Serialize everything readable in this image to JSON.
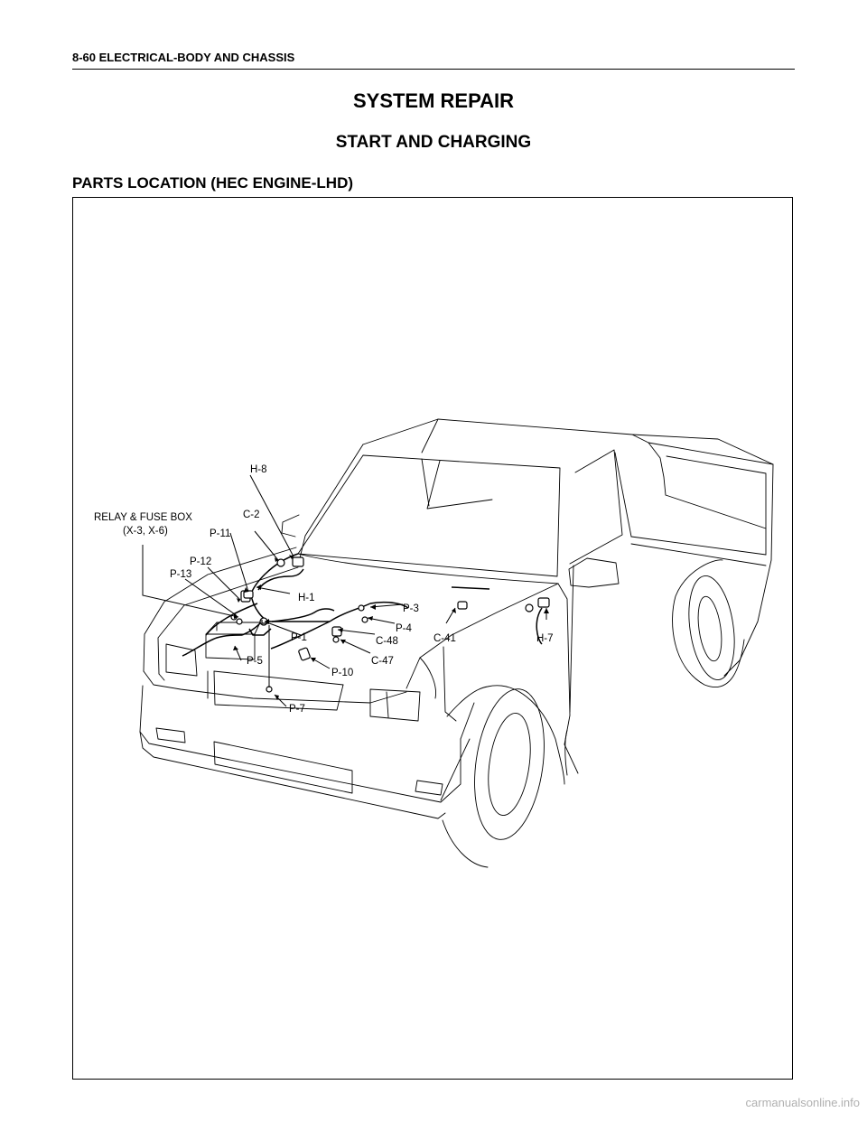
{
  "header": {
    "page_ref": "8-60  ELECTRICAL-BODY AND CHASSIS"
  },
  "title": "SYSTEM REPAIR",
  "subtitle": "START AND CHARGING",
  "section_heading": "PARTS LOCATION (HEC  ENGINE-LHD)",
  "diagram": {
    "relay_box_label": "RELAY & FUSE BOX",
    "relay_box_codes": "(X-3, X-6)",
    "labels": {
      "h8": "H-8",
      "c2": "C-2",
      "p11": "P-11",
      "p12": "P-12",
      "p13": "P-13",
      "h1": "H-1",
      "p3": "P-3",
      "p4": "P-4",
      "p1": "P-1",
      "c48": "C-48",
      "c47": "C-47",
      "c41": "C-41",
      "h7": "H-7",
      "p5": "P-5",
      "p10": "P-10",
      "p7": "P-7"
    }
  },
  "footer": {
    "watermark": "carmanualsonline.info"
  }
}
